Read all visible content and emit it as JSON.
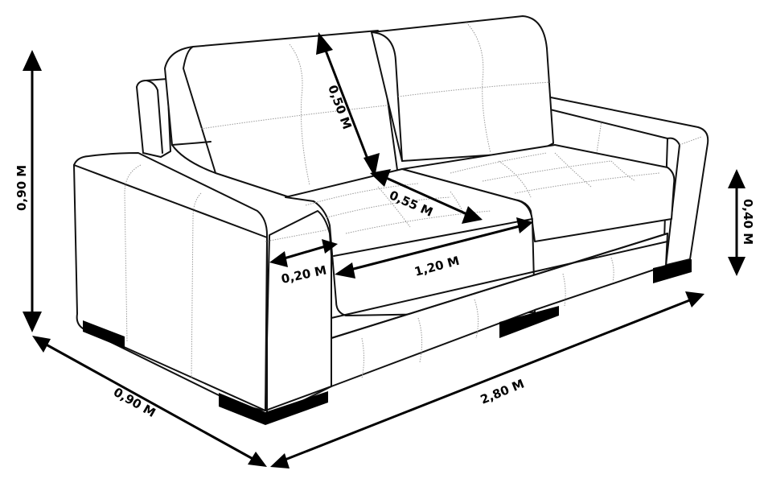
{
  "diagram": {
    "subject": "Three-seat sofa dimension drawing",
    "colors": {
      "line": "#111111",
      "stitch": "#9a9a9a",
      "feet": "#000000",
      "background": "#ffffff"
    },
    "dimensions": {
      "total_height": "0,90 M",
      "backrest_height": "0,50 M",
      "seat_depth": "0,55 M",
      "arm_width": "0,20 M",
      "seat_width": "1,20 M",
      "seat_height": "0,40 M",
      "depth": "0,90 M",
      "total_width": "2,80 M"
    }
  }
}
